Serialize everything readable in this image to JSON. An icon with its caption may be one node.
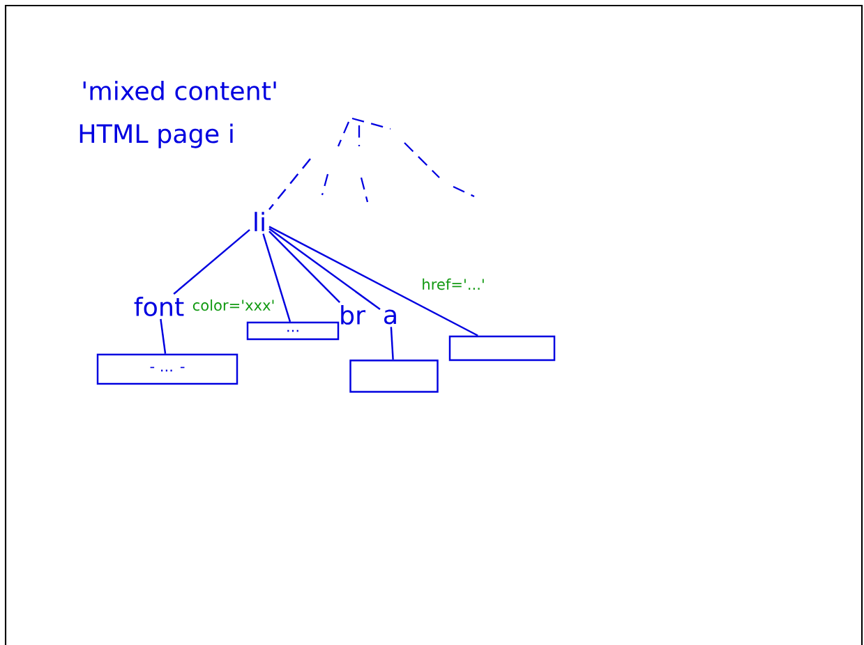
{
  "diagram": {
    "nodes": [
      {
        "text": [
          "li"
        ]
      },
      {
        "text": [
          "font"
        ],
        "beside": [
          "color='xxx'"
        ]
      },
      {
        "text": [
          "- ... -"
        ]
      },
      {
        "text": [
          "..."
        ]
      },
      {
        "text": [
          "br"
        ]
      },
      {
        "text": [
          "a"
        ],
        "beside": [
          "href='...'"
        ]
      },
      {
        "text": [],
        "shape": "box"
      },
      {
        "text": [],
        "shape": "box"
      }
    ],
    "edges": [
      {
        "from": null,
        "to": 0,
        "arrow": "none",
        "style": "dashed"
      },
      {
        "from": 0,
        "to": 1,
        "arrow": "none"
      },
      {
        "from": 0,
        "to": 3,
        "arrow": "none"
      },
      {
        "from": 0,
        "to": 4,
        "arrow": "none"
      },
      {
        "from": 0,
        "to": 5,
        "arrow": "none"
      },
      {
        "from": 0,
        "to": 7,
        "arrow": "none"
      },
      {
        "from": 1,
        "to": 2,
        "arrow": "none"
      },
      {
        "from": 5,
        "to": 6,
        "arrow": "none"
      }
    ],
    "labels": [
      "'mixed content'",
      "HTML page i"
    ]
  }
}
